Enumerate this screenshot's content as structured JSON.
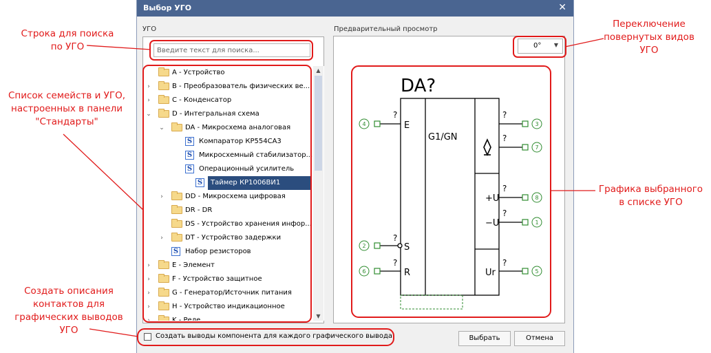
{
  "dialog": {
    "title": "Выбор УГО",
    "close_glyph": "✕",
    "ugo_label": "УГО",
    "preview_label": "Предварительный просмотр",
    "search_placeholder": "Введите текст для поиска...",
    "rotation_value": "0°",
    "checkbox_label": "Создать выводы компонента для каждого графического вывода",
    "checkbox_checked": false,
    "ok_button": "Выбрать",
    "cancel_button": "Отмена"
  },
  "tree": [
    {
      "label": "А - Устройство",
      "level": 0,
      "icon": "folder",
      "expander": ""
    },
    {
      "label": "B - Преобразователь физических ве...",
      "level": 0,
      "icon": "folder",
      "expander": "›"
    },
    {
      "label": "C - Конденсатор",
      "level": 0,
      "icon": "folder",
      "expander": "›"
    },
    {
      "label": "D - Интегральная схема",
      "level": 0,
      "icon": "folder",
      "expander": "⌄"
    },
    {
      "label": "DA - Микросхема аналоговая",
      "level": 1,
      "icon": "folder",
      "expander": "⌄"
    },
    {
      "label": "Компаратор КР554СА3",
      "level": 2,
      "icon": "s-icon",
      "expander": ""
    },
    {
      "label": "Микросхемный стабилизатор...",
      "level": 2,
      "icon": "s-icon",
      "expander": ""
    },
    {
      "label": "Операционный усилитель",
      "level": 2,
      "icon": "s-icon",
      "expander": ""
    },
    {
      "label": "Таймер КР1006ВИ1",
      "level": 2,
      "icon": "s-icon",
      "expander": "",
      "selected": true
    },
    {
      "label": "DD - Микросхема цифровая",
      "level": 1,
      "icon": "folder",
      "expander": "›"
    },
    {
      "label": "DR - DR",
      "level": 1,
      "icon": "folder",
      "expander": ""
    },
    {
      "label": "DS - Устройство хранения инфор...",
      "level": 1,
      "icon": "folder",
      "expander": ""
    },
    {
      "label": "DT - Устройство задержки",
      "level": 1,
      "icon": "folder",
      "expander": "›"
    },
    {
      "label": "Набор резисторов",
      "level": 1,
      "icon": "s-icon",
      "expander": ""
    },
    {
      "label": "E - Элемент",
      "level": 0,
      "icon": "folder",
      "expander": "›"
    },
    {
      "label": "F - Устройство защитное",
      "level": 0,
      "icon": "folder",
      "expander": "›"
    },
    {
      "label": "G - Генератор/Источник питания",
      "level": 0,
      "icon": "folder",
      "expander": "›"
    },
    {
      "label": "H - Устройство индикационное",
      "level": 0,
      "icon": "folder",
      "expander": "›"
    },
    {
      "label": "K - Реле",
      "level": 0,
      "icon": "folder",
      "expander": "›"
    }
  ],
  "symbol": {
    "refdes": "DA?",
    "function": "G1/GN",
    "left_pins": [
      {
        "num": "4",
        "name": "E",
        "mark": "?"
      },
      {
        "num": "2",
        "name": "S",
        "mark": "?"
      },
      {
        "num": "6",
        "name": "R",
        "mark": "?"
      }
    ],
    "right_pins": [
      {
        "num": "3",
        "name": "",
        "mark": "?"
      },
      {
        "num": "7",
        "name": "",
        "mark": "?"
      },
      {
        "num": "8",
        "name": "+U",
        "mark": "?"
      },
      {
        "num": "1",
        "name": "−U",
        "mark": "?"
      },
      {
        "num": "5",
        "name": "Ur",
        "mark": "?"
      }
    ]
  },
  "annotations": {
    "search": [
      "Строка для поиска",
      "по УГО"
    ],
    "tree": [
      "Список семейств и УГО,",
      "настроенных в панели",
      "\"Стандарты\""
    ],
    "checkbox": [
      "Создать описания",
      "контактов для",
      "графических выводов",
      "УГО"
    ],
    "rotation": [
      "Переключение",
      "повернутых видов",
      "УГО"
    ],
    "preview": [
      "Графика выбранного",
      "в списке УГО"
    ]
  },
  "colors": {
    "titlebar": "#4a6591",
    "selection": "#2b4d7e",
    "annotation": "#e11a1a",
    "pin_green": "#2e8b2e"
  }
}
